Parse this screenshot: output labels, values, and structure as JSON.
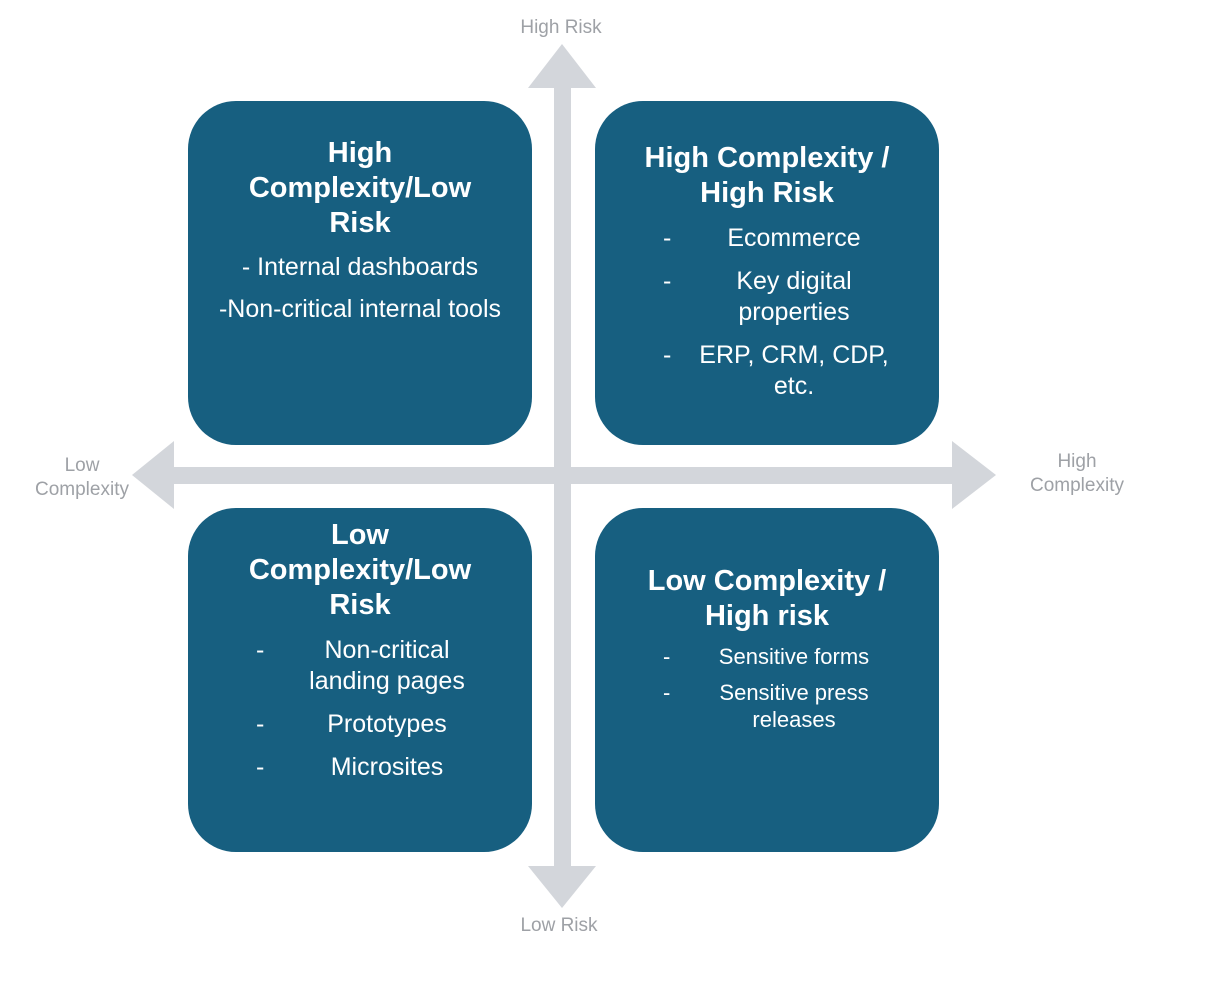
{
  "axes": {
    "top_label": "High Risk",
    "bottom_label": "Low Risk",
    "left_label": "Low\nComplexity",
    "right_label": "High\nComplexity",
    "color": "#d3d6db",
    "label_color": "#9ea1a6"
  },
  "quadrant_color": "#175f80",
  "quadrants": {
    "top_left": {
      "title": "High Complexity/Low Risk",
      "items": [
        "- Internal dashboards",
        "-Non-critical internal tools"
      ]
    },
    "top_right": {
      "title": "High Complexity / High Risk",
      "items": [
        "Ecommerce",
        "Key digital properties",
        "ERP, CRM, CDP, etc."
      ]
    },
    "bottom_left": {
      "title": "Low Complexity/Low Risk",
      "items": [
        "Non-critical landing pages",
        "Prototypes",
        "Microsites"
      ]
    },
    "bottom_right": {
      "title": "Low Complexity / High risk",
      "items": [
        "Sensitive forms",
        "Sensitive press releases"
      ]
    }
  },
  "bullet_marker": "-"
}
